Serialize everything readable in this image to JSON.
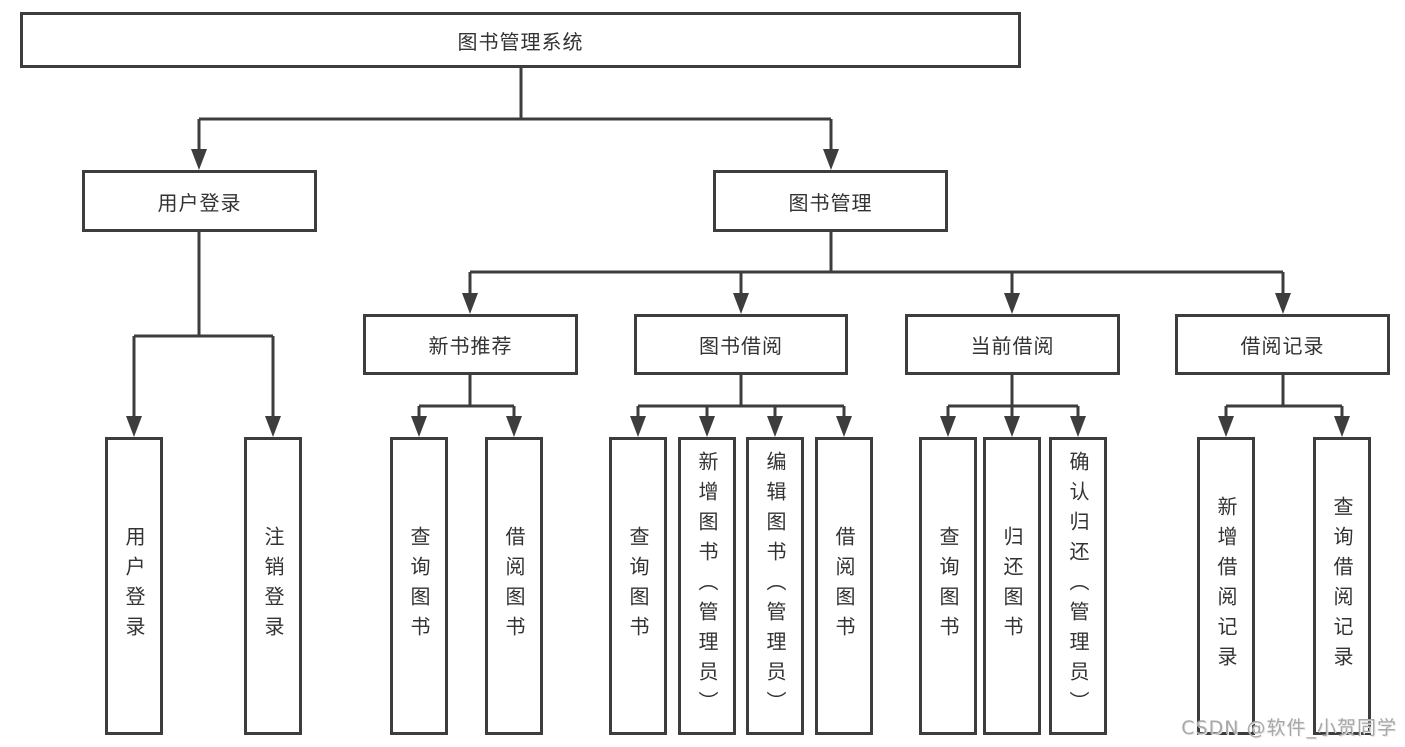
{
  "diagram": {
    "root": {
      "label": "图书管理系统"
    },
    "branches": [
      {
        "label": "用户登录",
        "children": [
          {
            "label": "用户登录"
          },
          {
            "label": "注销登录"
          }
        ]
      },
      {
        "label": "图书管理",
        "children": [
          {
            "label": "新书推荐",
            "children": [
              {
                "label": "查询图书"
              },
              {
                "label": "借阅图书"
              }
            ]
          },
          {
            "label": "图书借阅",
            "children": [
              {
                "label": "查询图书"
              },
              {
                "label": "新增图书（管理员）"
              },
              {
                "label": "编辑图书（管理员）"
              },
              {
                "label": "借阅图书"
              }
            ]
          },
          {
            "label": "当前借阅",
            "children": [
              {
                "label": "查询图书"
              },
              {
                "label": "归还图书"
              },
              {
                "label": "确认归还（管理员）"
              }
            ]
          },
          {
            "label": "借阅记录",
            "children": [
              {
                "label": "新增借阅记录"
              },
              {
                "label": "查询借阅记录"
              }
            ]
          }
        ]
      }
    ]
  },
  "watermark": {
    "text": "CSDN @软件_小贺同学"
  },
  "colors": {
    "line": "#3d3d3d",
    "text": "#333333",
    "watermark": "#a8a8a8",
    "background": "#ffffff"
  }
}
